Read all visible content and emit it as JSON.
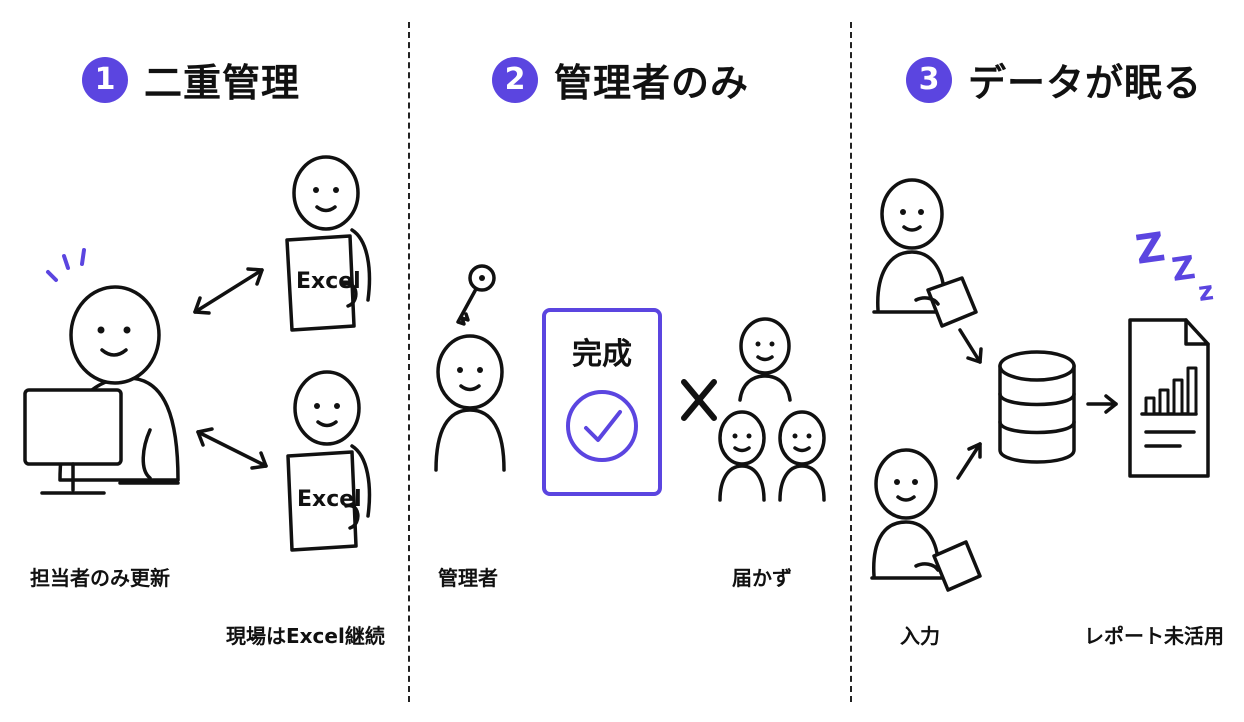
{
  "colors": {
    "accent": "#5b45e0",
    "ink": "#111111",
    "background": "#ffffff"
  },
  "panels": [
    {
      "number": "1",
      "title": "二重管理",
      "labels": {
        "left": "担当者のみ更新",
        "right": "現場はExcel継続"
      },
      "sheet_text": "Excel",
      "icons": [
        "person-at-computer-icon",
        "double-arrow-icon",
        "person-with-sheet-icon"
      ]
    },
    {
      "number": "2",
      "title": "管理者のみ",
      "labels": {
        "left": "管理者",
        "right": "届かず"
      },
      "card_text": "完成",
      "icons": [
        "key-icon",
        "admin-person-icon",
        "check-circle-icon",
        "cross-icon",
        "people-group-icon"
      ]
    },
    {
      "number": "3",
      "title": "データが眠る",
      "labels": {
        "left": "入力",
        "right": "レポート未活用"
      },
      "sleep_text": "Z Z z",
      "icons": [
        "person-with-paper-icon",
        "database-icon",
        "arrow-right-icon",
        "report-document-icon",
        "sleep-zzz-icon"
      ]
    }
  ]
}
